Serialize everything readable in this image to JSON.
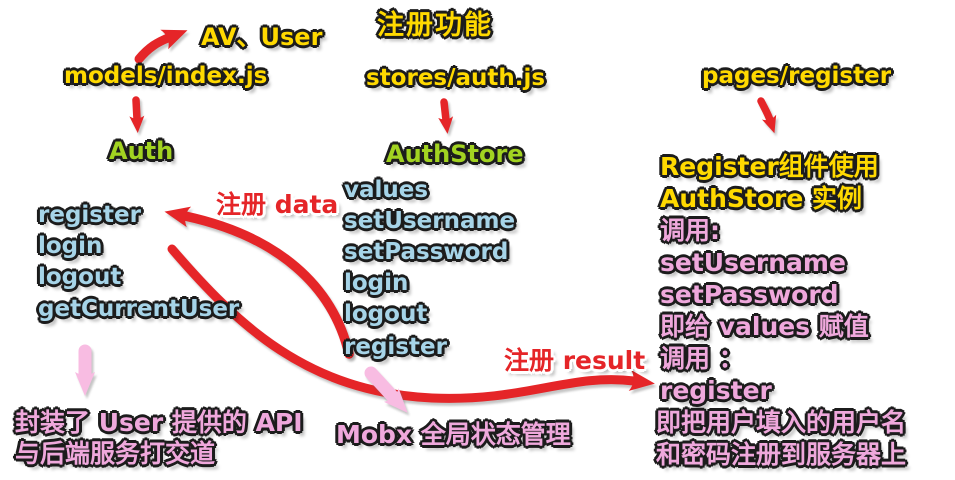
{
  "title": "注册功能",
  "top_note": "AV、User",
  "columns": {
    "left": {
      "file": "models/index.js",
      "class": "Auth",
      "members": [
        "register",
        "login",
        "logout",
        "getCurrentUser"
      ],
      "note_lines": [
        "封装了 User 提供的 API",
        "与后端服务打交道"
      ]
    },
    "middle": {
      "file": "stores/auth.js",
      "class": "AuthStore",
      "members": [
        "values",
        "setUsername",
        "setPassword",
        "login",
        "logout",
        "register"
      ],
      "note": "Mobx 全局状态管理"
    },
    "right": {
      "file": "pages/register",
      "lines": [
        {
          "text": "Register组件使用",
          "color": "yellow"
        },
        {
          "text": "AuthStore 实例",
          "color": "yellow"
        },
        {
          "text": "调用:",
          "color": "pink"
        },
        {
          "text": "setUsername",
          "color": "pink"
        },
        {
          "text": "setPassword",
          "color": "pink"
        },
        {
          "text": "即给 values 赋值",
          "color": "pink"
        },
        {
          "text": "调用 ：",
          "color": "pink"
        },
        {
          "text": "register",
          "color": "pink"
        },
        {
          "text": "即把用户填入的用户名",
          "color": "pink"
        },
        {
          "text": "和密码注册到服务器上",
          "color": "pink"
        }
      ]
    }
  },
  "arrow_labels": {
    "data": "注册 data",
    "result": "注册 result"
  },
  "colors": {
    "yellow": "#FFD900",
    "green": "#A2D321",
    "blue": "#A6D4E8",
    "pink_text": "#EFA8DC",
    "pink_arrow": "#F8BCE2",
    "red": "#E52528",
    "outline": "#1C1C1C",
    "background": "#FFFFFF"
  }
}
